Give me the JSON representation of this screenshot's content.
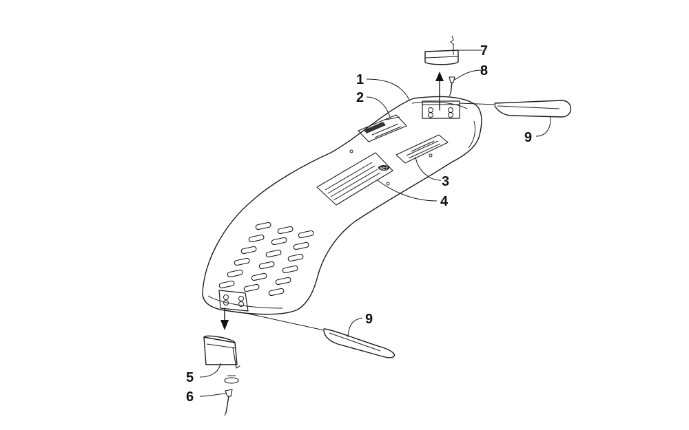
{
  "diagram": {
    "callouts": [
      {
        "id": "1",
        "label": "1"
      },
      {
        "id": "2",
        "label": "2"
      },
      {
        "id": "3",
        "label": "3"
      },
      {
        "id": "4",
        "label": "4"
      },
      {
        "id": "5",
        "label": "5"
      },
      {
        "id": "6",
        "label": "6"
      },
      {
        "id": "7",
        "label": "7"
      },
      {
        "id": "8",
        "label": "8"
      },
      {
        "id": "9a",
        "label": "9"
      },
      {
        "id": "9b",
        "label": "9"
      }
    ],
    "decal_logo": "ACT"
  }
}
